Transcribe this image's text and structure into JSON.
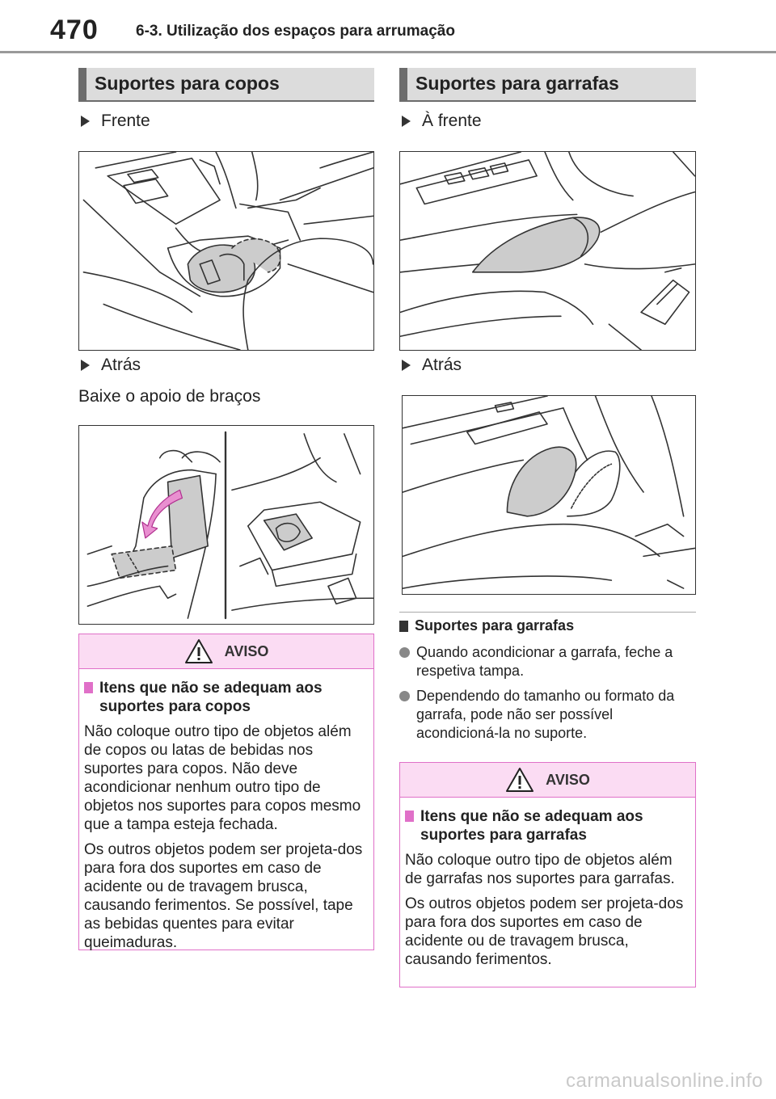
{
  "header": {
    "page_number": "470",
    "chapter": "6-3. Utilização dos espaços para arrumação"
  },
  "left": {
    "heading": "Suportes para copos",
    "front_label": "Frente",
    "rear_label": "Atrás",
    "rear_instruction": "Baixe o apoio de braços",
    "warning": {
      "title": "AVISO",
      "subheading": "Itens que não se adequam aos suportes para copos",
      "paragraphs": [
        "Não coloque outro tipo de objetos além de copos ou latas de bebidas nos suportes para copos. Não deve acondicionar nenhum outro tipo de objetos nos suportes para copos mesmo que a tampa esteja fechada.",
        "Os outros objetos podem ser projeta-dos para fora dos suportes em caso de acidente ou de travagem brusca, causando ferimentos. Se possível, tape as bebidas quentes para evitar queimaduras."
      ]
    }
  },
  "right": {
    "heading": "Suportes para garrafas",
    "front_label": "À frente",
    "rear_label": "Atrás",
    "note": {
      "title": "Suportes para garrafas",
      "bullets": [
        "Quando acondicionar a garrafa, feche a respetiva tampa.",
        "Dependendo do tamanho ou formato da garrafa, pode não ser possível acondicioná-la no suporte."
      ]
    },
    "warning": {
      "title": "AVISO",
      "subheading": "Itens que não se adequam aos suportes para garrafas",
      "paragraphs": [
        "Não coloque outro tipo de objetos além de garrafas nos suportes para garrafas.",
        "Os outros objetos podem ser projeta-dos para fora dos suportes em caso de acidente ou de travagem brusca, causando ferimentos."
      ]
    }
  },
  "watermark": "carmanualsonline.info",
  "colors": {
    "accent_pink": "#e070c8",
    "warning_header_bg": "#fbdcf3",
    "heading_bg": "#dcdcdc",
    "highlight_gray": "#cccccc",
    "arrow_pink": "#e98fd0"
  }
}
